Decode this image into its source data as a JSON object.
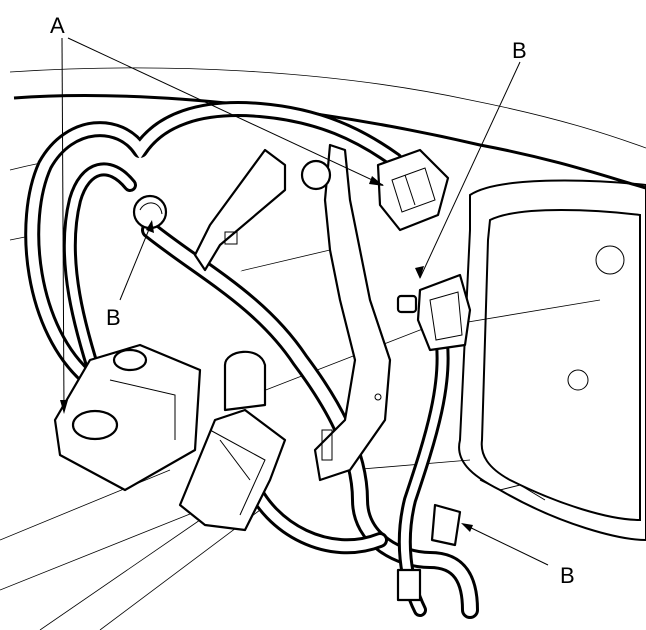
{
  "labels": {
    "a": "A",
    "b_top": "B",
    "b_left": "B",
    "b_right": "B"
  }
}
